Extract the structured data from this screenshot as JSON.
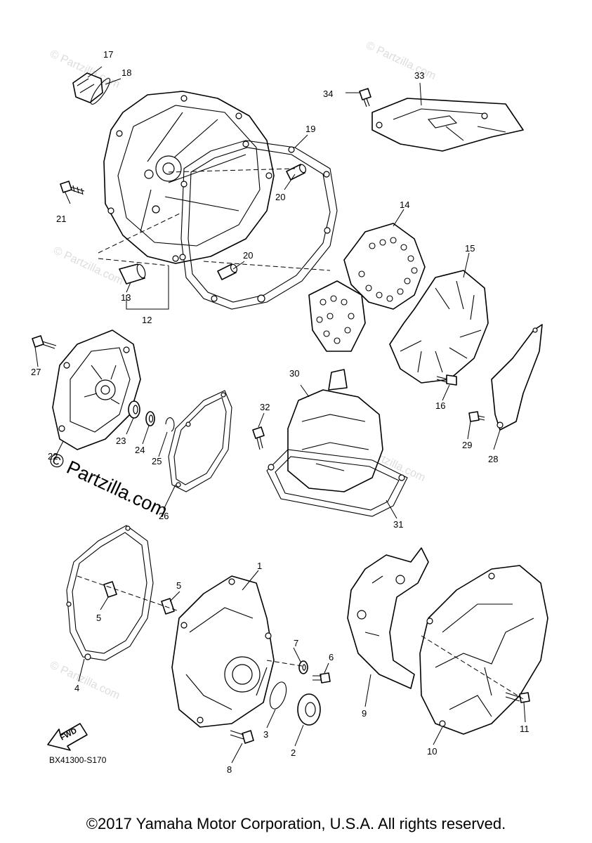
{
  "diagram_code": "BX41300-S170",
  "fwd_label": "FWD",
  "watermark": "© Partzilla.com",
  "copyright": "©2017 Yamaha Motor Corporation, U.S.A. All rights reserved.",
  "callouts": {
    "c1": "1",
    "c2": "2",
    "c3": "3",
    "c4": "4",
    "c5a": "5",
    "c5b": "5",
    "c6": "6",
    "c7": "7",
    "c8": "8",
    "c9": "9",
    "c10": "10",
    "c11": "11",
    "c12": "12",
    "c13": "13",
    "c14": "14",
    "c15": "15",
    "c16": "16",
    "c17": "17",
    "c18": "18",
    "c19": "19",
    "c20a": "20",
    "c20b": "20",
    "c21": "21",
    "c22": "22",
    "c23": "23",
    "c24": "24",
    "c25": "25",
    "c26": "26",
    "c27": "27",
    "c28": "28",
    "c29": "29",
    "c30": "30",
    "c31": "31",
    "c32": "32",
    "c33": "33",
    "c34": "34"
  }
}
